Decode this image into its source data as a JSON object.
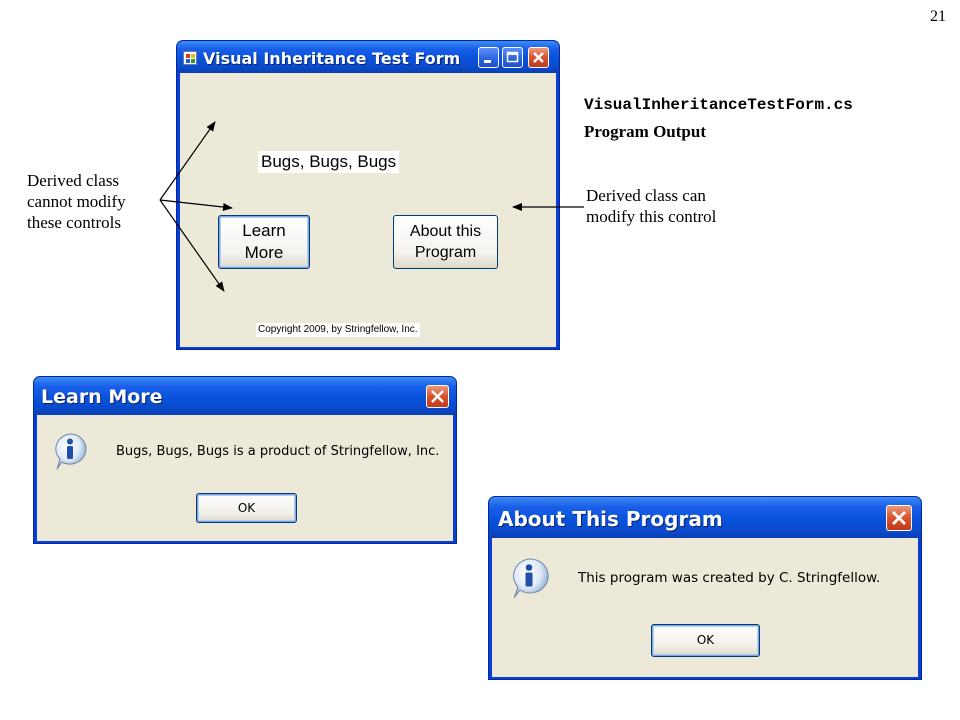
{
  "slide": {
    "page_number": "21",
    "filename": "VisualInheritanceTestForm.cs",
    "subtitle": "Program Output",
    "note_left": [
      "Derived class",
      "cannot modify",
      "these controls"
    ],
    "note_right": [
      "Derived class can",
      "modify this control"
    ]
  },
  "main_form": {
    "title": "Visual  Inheritance Test Form",
    "label_title": "Bugs, Bugs, Bugs",
    "learn_button_lines": [
      "Learn",
      "More"
    ],
    "about_button_lines": [
      "About this",
      "Program"
    ],
    "copyright": "Copyright 2009, by Stringfellow, Inc."
  },
  "learn_dialog": {
    "title": "Learn More",
    "message": "Bugs, Bugs, Bugs is a product of Stringfellow, Inc.",
    "ok_label": "OK"
  },
  "about_dialog": {
    "title": "About This Program",
    "message": "This program was created by C. Stringfellow.",
    "ok_label": "OK"
  },
  "icons": {
    "app": "form-app-icon",
    "info": "info-icon",
    "minimize": "minimize-icon",
    "maximize": "maximize-icon",
    "close": "close-icon"
  },
  "colors": {
    "titlebar_blue": "#0853dc",
    "client_bg": "#ece9d8",
    "close_red": "#d9522d"
  }
}
